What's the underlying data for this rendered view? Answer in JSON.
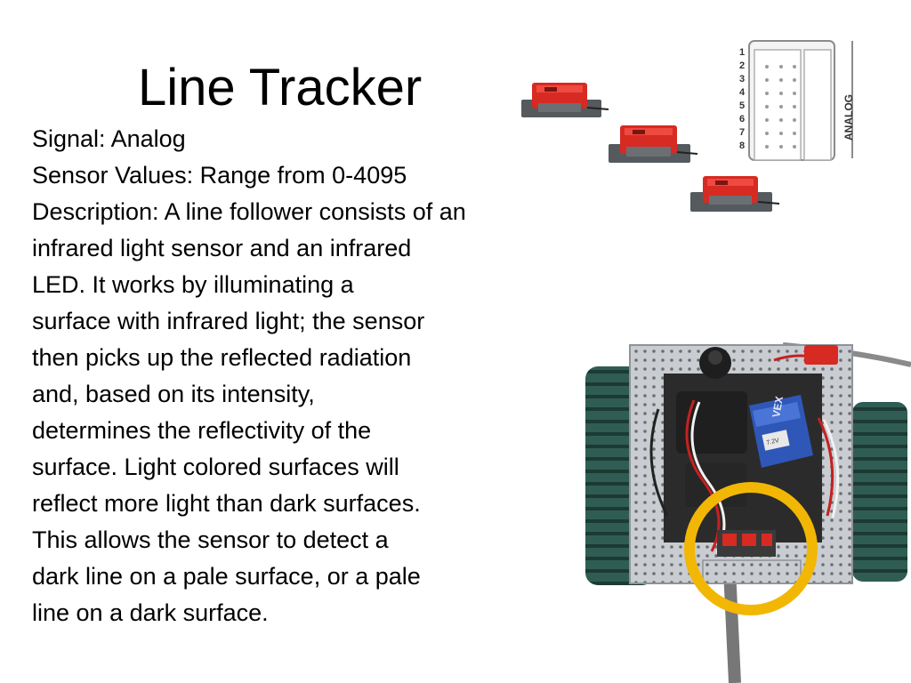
{
  "slide": {
    "title": "Line Tracker",
    "signal_line": "Signal: Analog",
    "values_line": "Sensor Values: Range from 0-4095",
    "description_lines": [
      "Description: A line follower consists of an",
      "infrared light sensor and an infrared",
      "LED. It works by illuminating a",
      "surface with infrared light; the sensor",
      "then picks up the reflected radiation",
      "and, based on its intensity,",
      "determines the reflectivity of the",
      "surface. Light colored surfaces will",
      "reflect more light than dark surfaces.",
      "This allows the sensor to detect a",
      "dark line on a pale surface, or a pale",
      "line on a dark surface."
    ]
  },
  "port_panel": {
    "label": "ANALOG",
    "port_numbers": [
      "1",
      "2",
      "3",
      "4",
      "5",
      "6",
      "7",
      "8"
    ]
  },
  "robot": {
    "battery_brand": "VEX",
    "battery_label": "7.2V"
  },
  "colors": {
    "sensor_red": "#d62a22",
    "tread_green": "#2f5d53",
    "highlight_circle": "#f2b705",
    "frame_metal": "#c9ccd0"
  }
}
